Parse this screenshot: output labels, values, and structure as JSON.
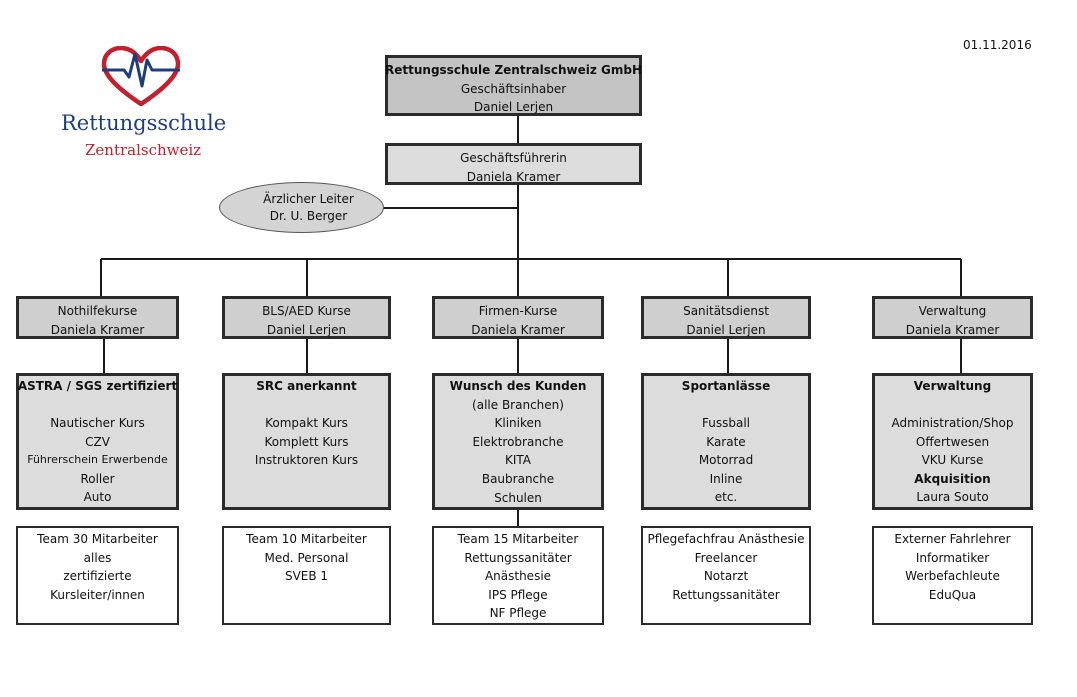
{
  "date": "01.11.2016",
  "logo": {
    "name": "Rettungsschule",
    "subtitle": "Zentralschweiz",
    "heart_color": "#c0202f",
    "pulse_color": "#1f3d7a",
    "icon": "heart-pulse-icon"
  },
  "owner": {
    "lines": [
      {
        "text": "Rettungsschule Zentralschweiz GmbH",
        "bold": true
      },
      {
        "text": "Geschäftsinhaber"
      },
      {
        "text": "Daniel Lerjen"
      }
    ]
  },
  "manager": {
    "lines": [
      {
        "text": "Geschäftsführerin"
      },
      {
        "text": "Daniela Kramer"
      }
    ]
  },
  "medical_lead": {
    "title": "Ärzlicher Leiter",
    "name": "Dr. U. Berger"
  },
  "departments": [
    {
      "id": "nothilfe",
      "head": [
        {
          "text": "Nothilfekurse"
        },
        {
          "text": "Daniela Kramer"
        }
      ],
      "details": [
        {
          "text": "ASTRA / SGS zertifiziert",
          "bold": true
        },
        {
          "text": ""
        },
        {
          "text": "Nautischer Kurs"
        },
        {
          "text": "CZV"
        },
        {
          "text": "Führerschein Erwerbende",
          "small": true
        },
        {
          "text": "Roller"
        },
        {
          "text": "Auto"
        }
      ],
      "team": [
        {
          "text": "Team 30 Mitarbeiter"
        },
        {
          "text": "alles"
        },
        {
          "text": "zertifizierte"
        },
        {
          "text": "Kursleiter/innen"
        }
      ]
    },
    {
      "id": "bls",
      "head": [
        {
          "text": "BLS/AED Kurse"
        },
        {
          "text": "Daniel Lerjen"
        }
      ],
      "details": [
        {
          "text": "SRC anerkannt",
          "bold": true
        },
        {
          "text": ""
        },
        {
          "text": "Kompakt Kurs"
        },
        {
          "text": "Komplett Kurs"
        },
        {
          "text": "Instruktoren Kurs"
        }
      ],
      "team": [
        {
          "text": "Team 10 Mitarbeiter"
        },
        {
          "text": "Med. Personal"
        },
        {
          "text": "SVEB 1"
        }
      ]
    },
    {
      "id": "firmen",
      "head": [
        {
          "text": "Firmen-Kurse"
        },
        {
          "text": "Daniela Kramer"
        }
      ],
      "details": [
        {
          "text": "Wunsch des Kunden",
          "bold": true
        },
        {
          "text": "(alle Branchen)"
        },
        {
          "text": "Kliniken"
        },
        {
          "text": "Elektrobranche"
        },
        {
          "text": "KITA"
        },
        {
          "text": "Baubranche"
        },
        {
          "text": "Schulen"
        }
      ],
      "team": [
        {
          "text": "Team 15 Mitarbeiter"
        },
        {
          "text": "Rettungssanitäter"
        },
        {
          "text": "Anästhesie"
        },
        {
          "text": "IPS Pflege"
        },
        {
          "text": "NF Pflege"
        }
      ]
    },
    {
      "id": "sanitaet",
      "head": [
        {
          "text": "Sanitätsdienst"
        },
        {
          "text": "Daniel Lerjen"
        }
      ],
      "details": [
        {
          "text": "Sportanlässe",
          "bold": true
        },
        {
          "text": ""
        },
        {
          "text": "Fussball"
        },
        {
          "text": "Karate"
        },
        {
          "text": "Motorrad"
        },
        {
          "text": "Inline"
        },
        {
          "text": "etc."
        }
      ],
      "team": [
        {
          "text": "Pflegefachfrau Anästhesie"
        },
        {
          "text": "Freelancer"
        },
        {
          "text": "Notarzt"
        },
        {
          "text": "Rettungssanitäter"
        }
      ]
    },
    {
      "id": "verwaltung",
      "head": [
        {
          "text": "Verwaltung"
        },
        {
          "text": "Daniela Kramer"
        }
      ],
      "details": [
        {
          "text": "Verwaltung",
          "bold": true
        },
        {
          "text": ""
        },
        {
          "text": "Administration/Shop"
        },
        {
          "text": "Offertwesen"
        },
        {
          "text": "VKU Kurse"
        },
        {
          "text": "Akquisition",
          "bold": true
        },
        {
          "text": "Laura Souto"
        }
      ],
      "team": [
        {
          "text": "Externer Fahrlehrer"
        },
        {
          "text": "Informatiker"
        },
        {
          "text": "Werbefachleute"
        },
        {
          "text": "EduQua"
        }
      ]
    }
  ]
}
